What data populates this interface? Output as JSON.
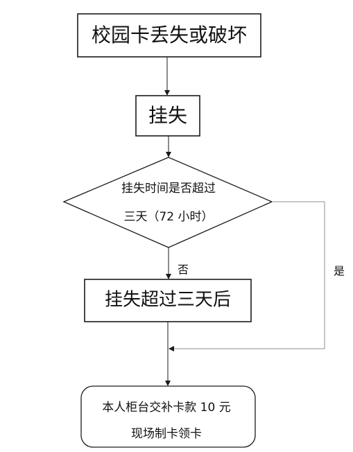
{
  "diagram": {
    "start_box": {
      "label": "校园卡丢失或破坏"
    },
    "report_loss_box": {
      "label": "挂失"
    },
    "decision": {
      "line1": "挂失时间是否超过",
      "line2": "三天（72 小时）"
    },
    "no_label": "否",
    "yes_label": "是",
    "after_three_days_box": {
      "label": "挂失超过三天后"
    },
    "end_box": {
      "line1": "本人柜台交补卡款 10 元",
      "line2": "现场制卡领卡"
    }
  },
  "colors": {
    "stroke": "#1a1a1a",
    "light_stroke": "#9a9a9a",
    "text": "#111111",
    "background": "#ffffff"
  }
}
